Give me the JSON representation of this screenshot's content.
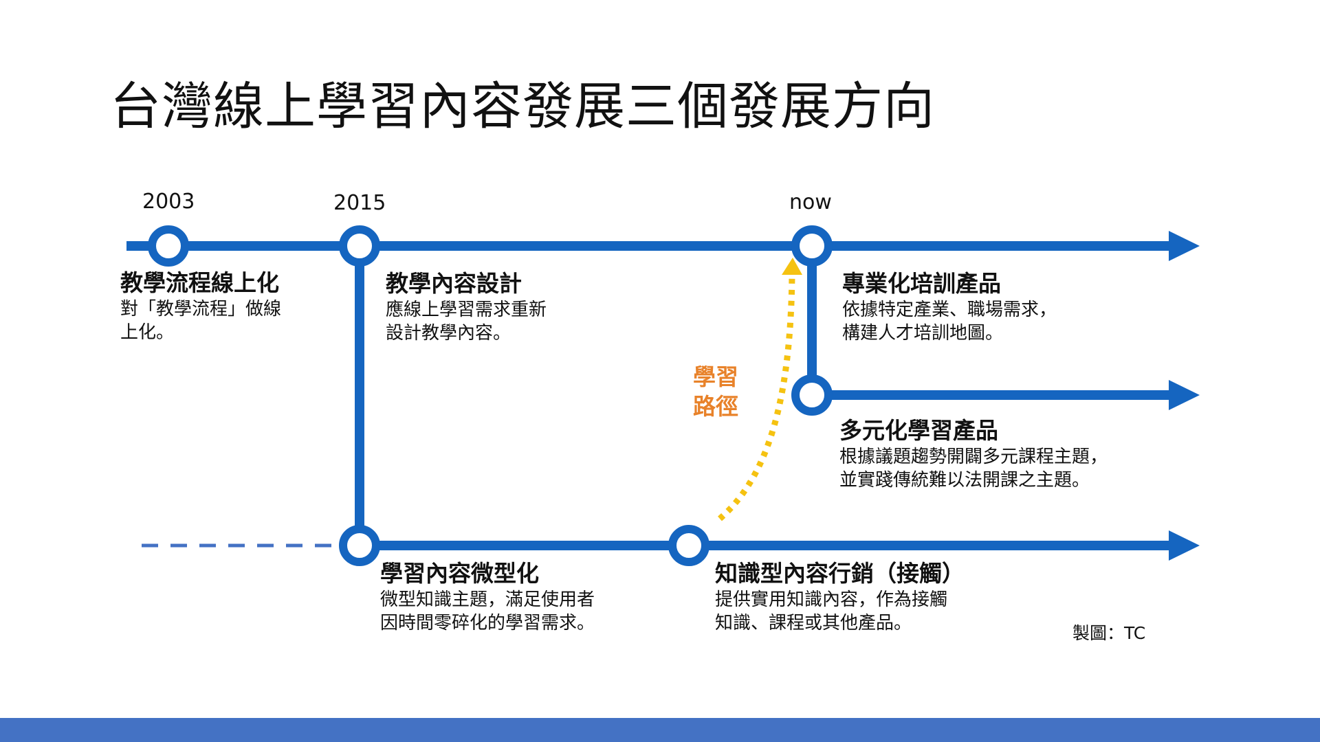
{
  "title": "台灣線上學習內容發展三個發展方向",
  "colors": {
    "line": "#1565C0",
    "path": "#F5C211",
    "path_label": "#E8822A",
    "footer": "#4472C4",
    "text": "#111111"
  },
  "timeline": {
    "year_2003": "2003",
    "year_2015": "2015",
    "year_now": "now"
  },
  "nodes": {
    "digitize": {
      "label": "教學流程線上化",
      "desc": "對「教學流程」做線\n上化。"
    },
    "content_design": {
      "label": "教學內容設計",
      "desc": "應線上學習需求重新\n設計教學內容。"
    },
    "professional": {
      "label": "專業化培訓產品",
      "desc": "依據特定產業、職場需求，\n構建人才培訓地圖。"
    },
    "diversified": {
      "label": "多元化學習產品",
      "desc": "根據議題趨勢開闢多元課程主題，\n並實踐傳統難以法開課之主題。"
    },
    "micro": {
      "label": "學習內容微型化",
      "desc": "微型知識主題，滿足使用者\n因時間零碎化的學習需求。"
    },
    "marketing": {
      "label": "知識型內容行銷（接觸）",
      "desc": "提供實用知識內容，作為接觸\n知識、課程或其他產品。"
    }
  },
  "learning_path_label": "學習\n路徑",
  "credit": "製圖：TC"
}
